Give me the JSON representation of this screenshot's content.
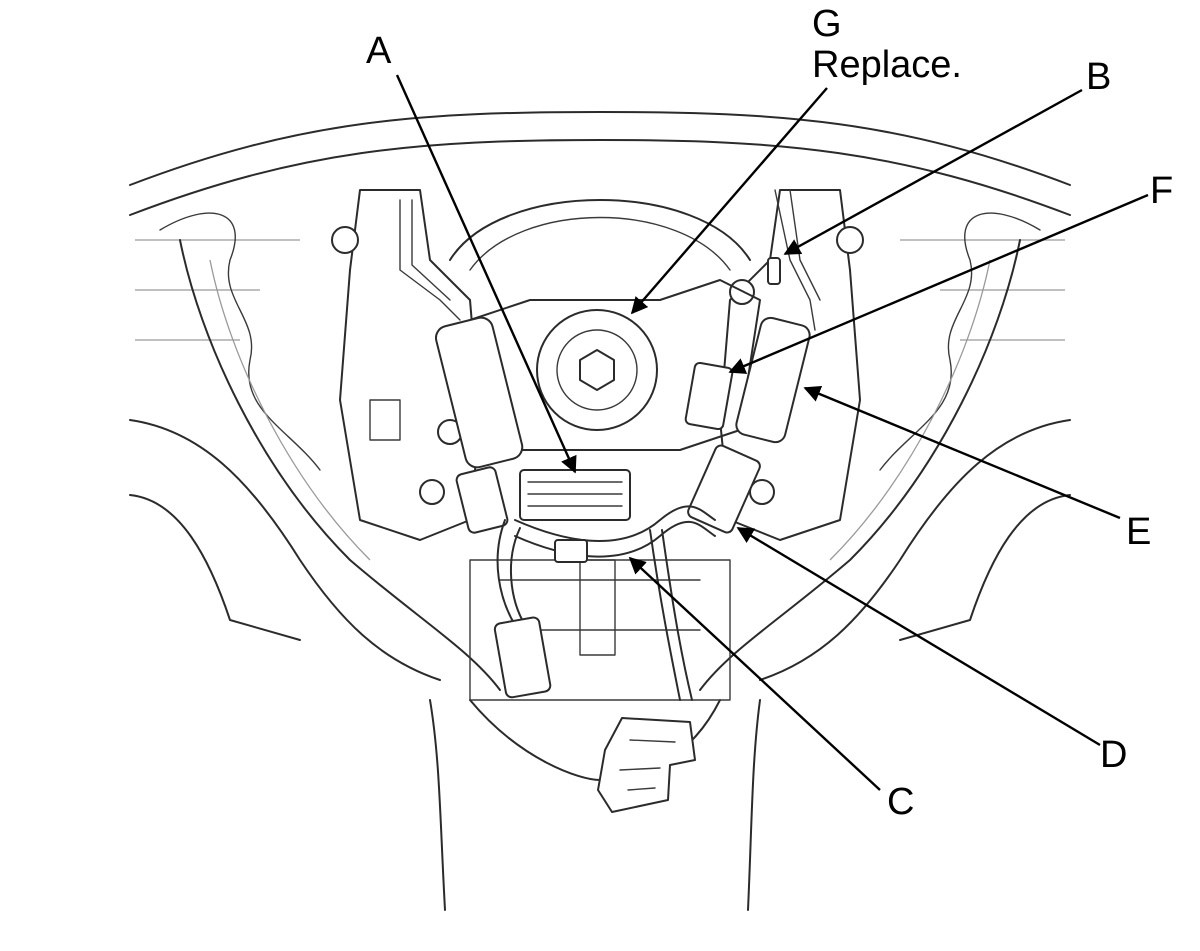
{
  "callouts": {
    "a": "A",
    "b": "B",
    "c": "C",
    "d": "D",
    "e": "E",
    "f": "F",
    "g": "G",
    "g_note": "Replace."
  },
  "colors": {
    "line": "#2b2b2b",
    "leader": "#000000",
    "background": "#ffffff"
  }
}
